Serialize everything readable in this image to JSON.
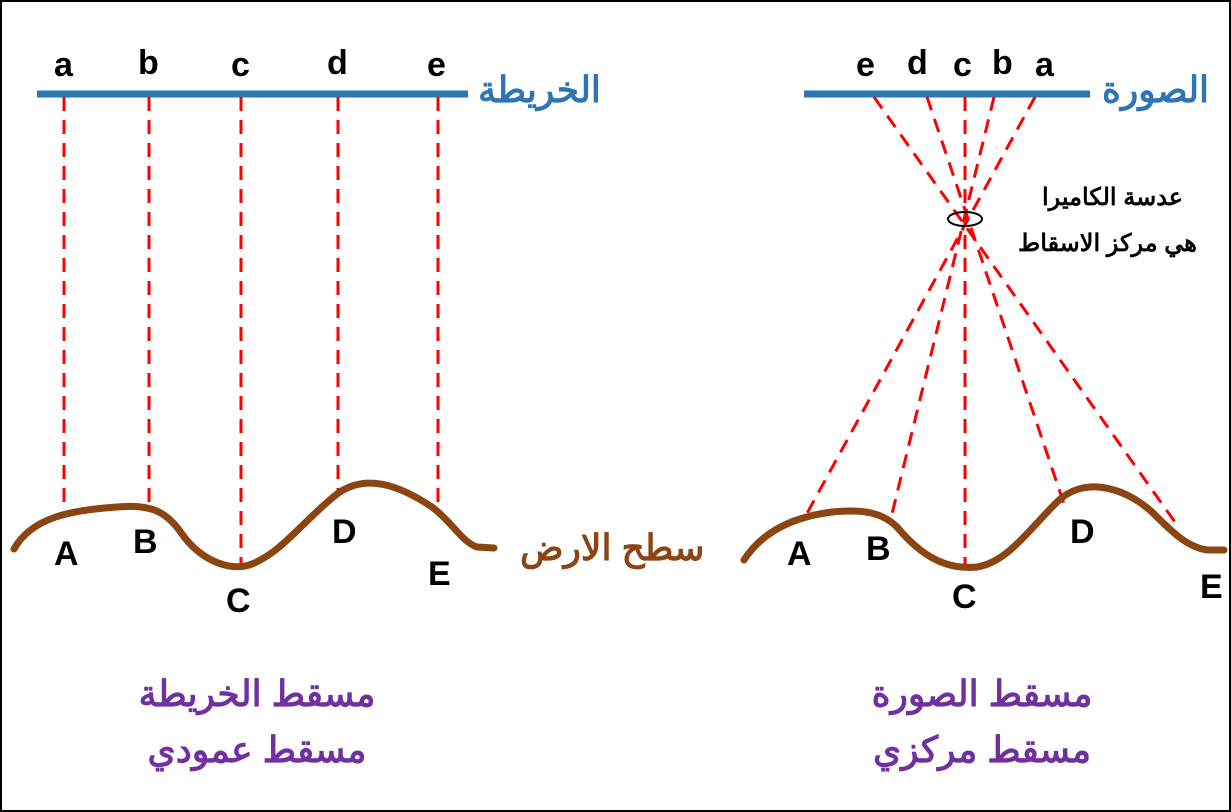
{
  "map": {
    "title": "الخريطة",
    "top_points": [
      "a",
      "b",
      "c",
      "d",
      "e"
    ],
    "ground_points": [
      "A",
      "B",
      "C",
      "D",
      "E"
    ],
    "caption_line1": "مسقط الخريطة",
    "caption_line2": "مسقط عمودي"
  },
  "photo": {
    "title": "الصورة",
    "top_points": [
      "e",
      "d",
      "c",
      "b",
      "a"
    ],
    "ground_points": [
      "A",
      "B",
      "C",
      "D",
      "E"
    ],
    "lens_line1": "عدسة الكاميرا",
    "lens_line2": "هي مركز الاسقاط",
    "caption_line1": "مسقط الصورة",
    "caption_line2": "مسقط مركزي"
  },
  "ground_label": "سطح الارض",
  "colors": {
    "plane": "#2e75b6",
    "rays": "#ff0000",
    "ground": "#8b4513",
    "caption": "#7030a0"
  }
}
